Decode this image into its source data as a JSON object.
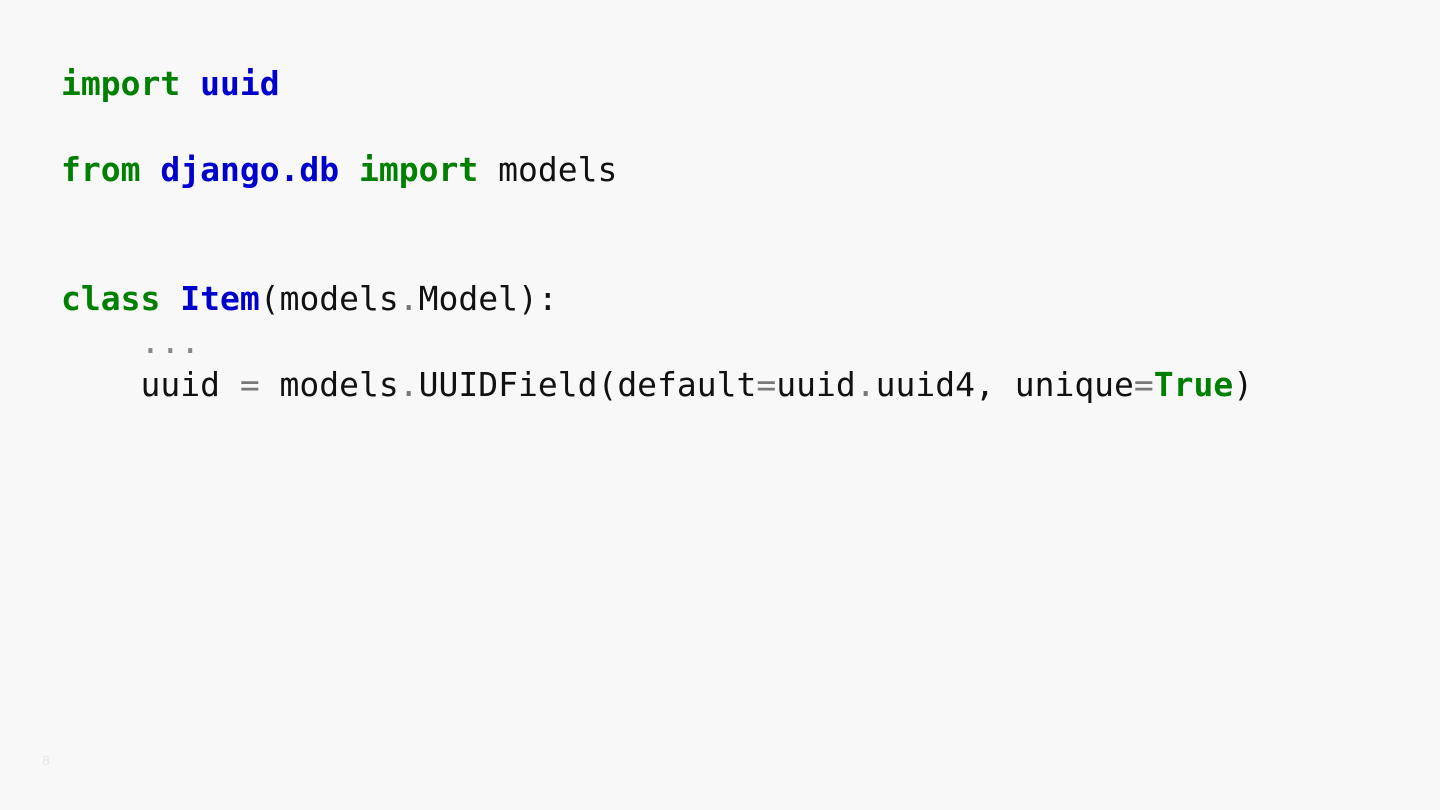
{
  "slide_number": "8",
  "code_lines": [
    [
      {
        "t": "import",
        "c": "kw"
      },
      {
        "t": " ",
        "c": "plain"
      },
      {
        "t": "uuid",
        "c": "nm"
      }
    ],
    [],
    [
      {
        "t": "from",
        "c": "kw"
      },
      {
        "t": " ",
        "c": "plain"
      },
      {
        "t": "django.db",
        "c": "nm"
      },
      {
        "t": " ",
        "c": "plain"
      },
      {
        "t": "import",
        "c": "kw"
      },
      {
        "t": " models",
        "c": "plain"
      }
    ],
    [],
    [],
    [
      {
        "t": "class",
        "c": "kw"
      },
      {
        "t": " ",
        "c": "plain"
      },
      {
        "t": "Item",
        "c": "nm"
      },
      {
        "t": "(models",
        "c": "plain"
      },
      {
        "t": ".",
        "c": "op"
      },
      {
        "t": "Model):",
        "c": "plain"
      }
    ],
    [
      {
        "t": "    ...",
        "c": "cm"
      }
    ],
    [
      {
        "t": "    uuid ",
        "c": "plain"
      },
      {
        "t": "=",
        "c": "op"
      },
      {
        "t": " models",
        "c": "plain"
      },
      {
        "t": ".",
        "c": "op"
      },
      {
        "t": "UUIDField(default",
        "c": "plain"
      },
      {
        "t": "=",
        "c": "op"
      },
      {
        "t": "uuid",
        "c": "plain"
      },
      {
        "t": ".",
        "c": "op"
      },
      {
        "t": "uuid4, unique",
        "c": "plain"
      },
      {
        "t": "=",
        "c": "op"
      },
      {
        "t": "True",
        "c": "kw"
      },
      {
        "t": ")",
        "c": "plain"
      }
    ]
  ],
  "colors": {
    "keyword": "#008000",
    "name": "#0000cc",
    "operator": "#777777",
    "text": "#111111",
    "background": "#f8f8f8"
  }
}
